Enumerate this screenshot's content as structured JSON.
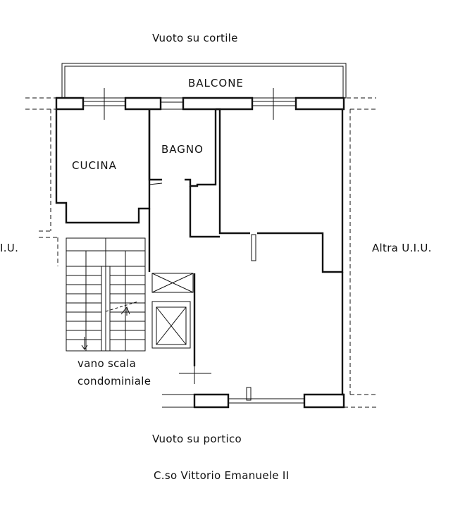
{
  "labels": {
    "top": "Vuoto su cortile",
    "balcone": "BALCONE",
    "bagno": "BAGNO",
    "cucina": "CUCINA",
    "left_uiu": "I.U.",
    "right_uiu": "Altra U.I.U.",
    "stair_line1": "vano scala",
    "stair_line2": "condominiale",
    "bottom1": "Vuoto su portico",
    "bottom2": "C.so Vittorio Emanuele II"
  }
}
